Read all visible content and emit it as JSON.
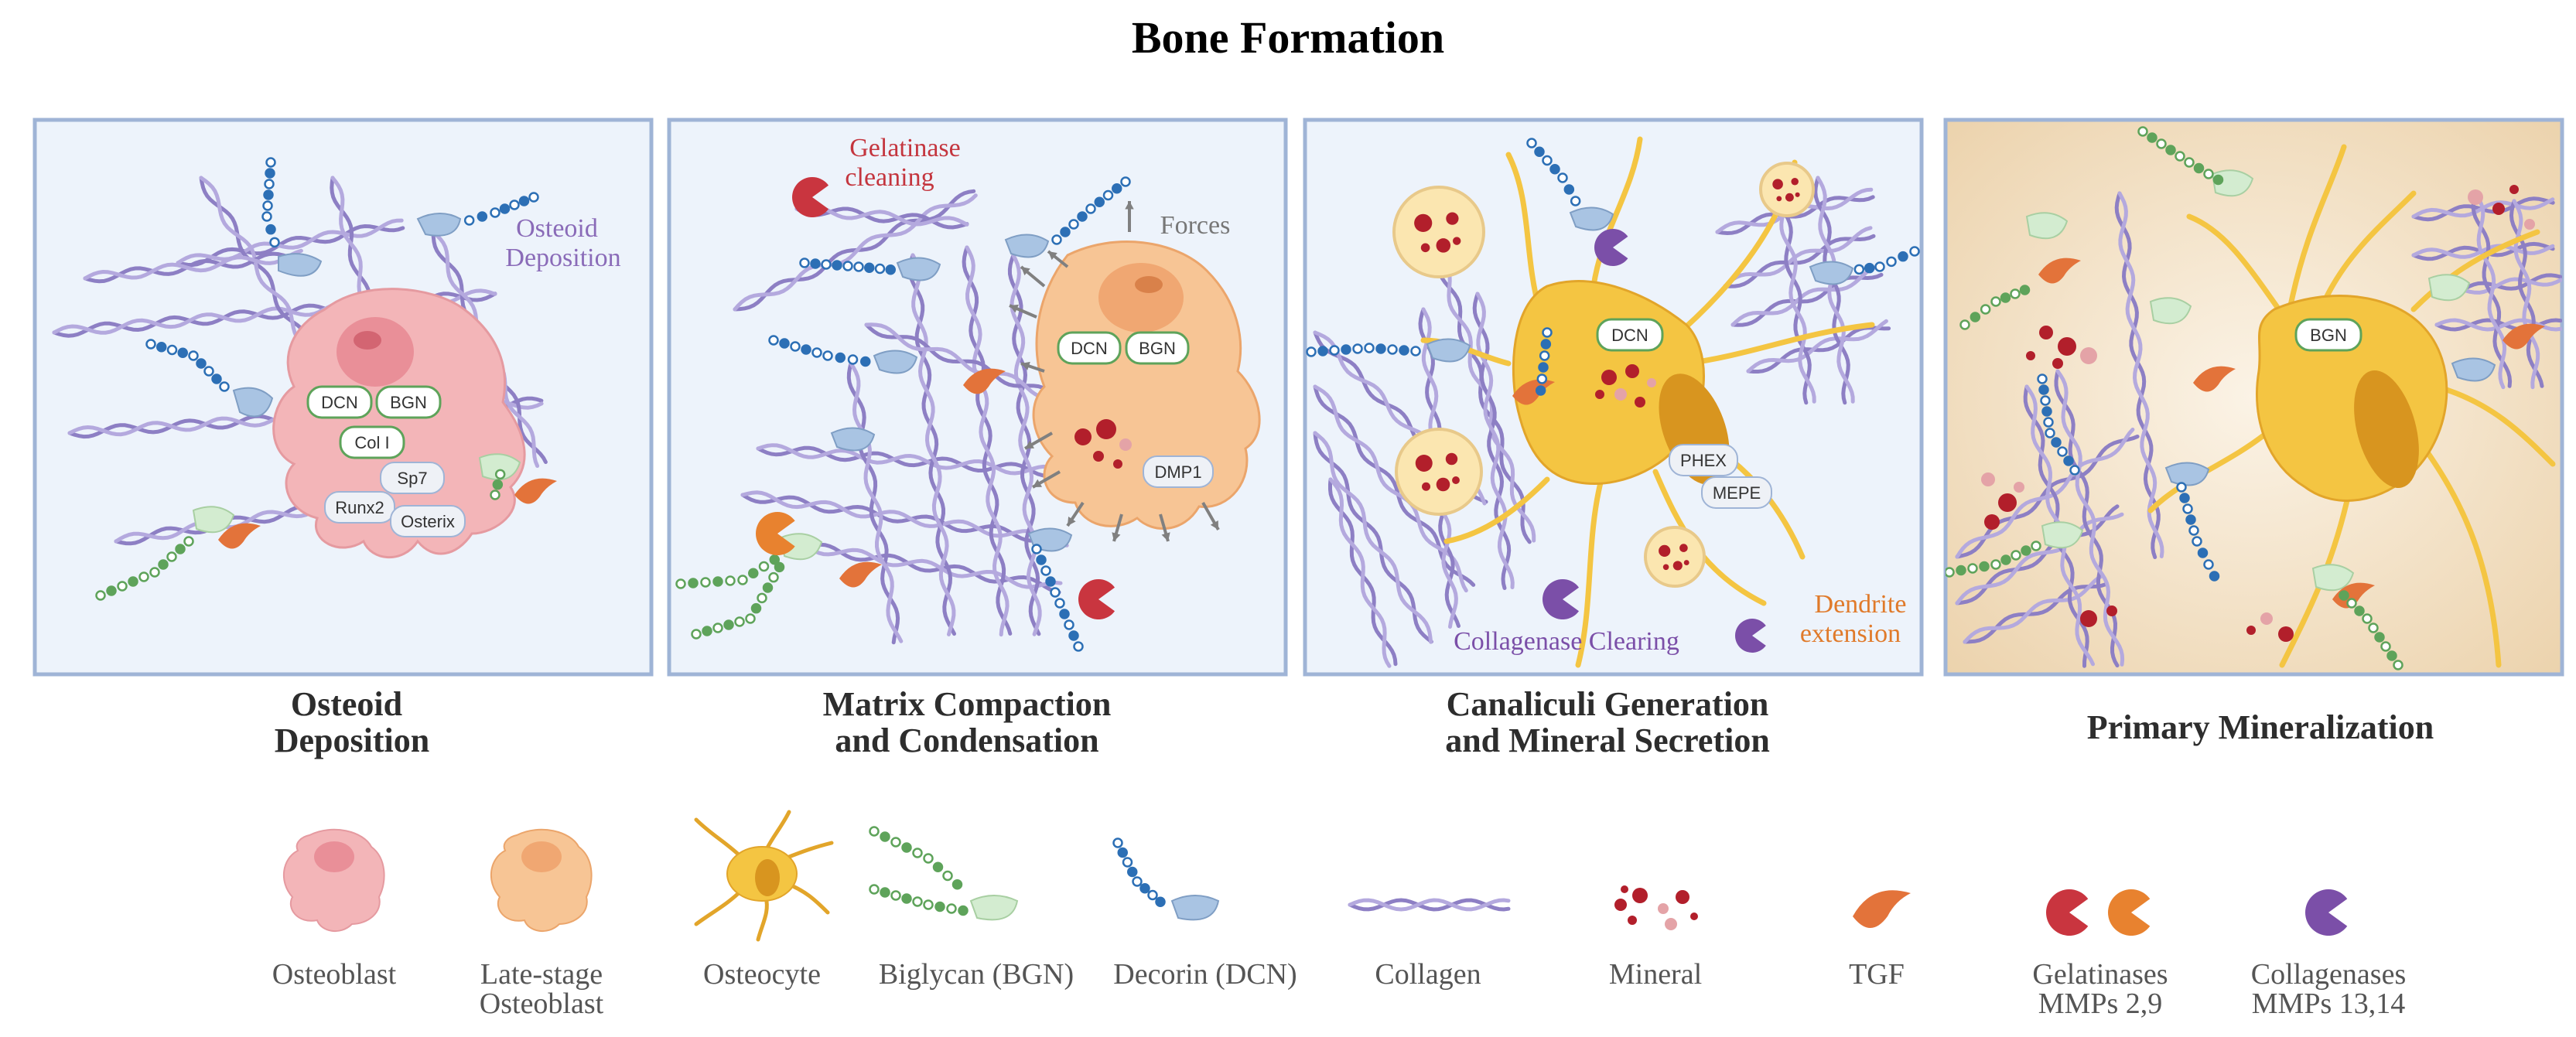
{
  "title": "Bone Formation",
  "panels": [
    {
      "caption_lines": [
        "Osteoid",
        "Deposition"
      ],
      "annotations": [
        {
          "lines": [
            "Osteoid",
            "Deposition"
          ],
          "color": "#8a6bb8"
        }
      ],
      "chips": [
        "DCN",
        "BGN",
        "Col I",
        "Sp7",
        "Runx2",
        "Osterix"
      ]
    },
    {
      "caption_lines": [
        "Matrix Compaction",
        "and Condensation"
      ],
      "annotations": [
        {
          "lines": [
            "Gelatinase",
            "cleaning"
          ],
          "color": "#c4353e"
        },
        {
          "lines": [
            "Forces"
          ],
          "color": "#777777"
        }
      ],
      "chips": [
        "DCN",
        "BGN",
        "DMP1"
      ]
    },
    {
      "caption_lines": [
        "Canaliculi Generation",
        "and Mineral Secretion"
      ],
      "annotations": [
        {
          "lines": [
            "Collagenase Clearing"
          ],
          "color": "#7b4fa8"
        },
        {
          "lines": [
            "Dendrite",
            "extension"
          ],
          "color": "#e07a2a"
        }
      ],
      "chips": [
        "DCN",
        "PHEX",
        "MEPE"
      ]
    },
    {
      "caption_lines": [
        "Primary Mineralization"
      ],
      "annotations": [],
      "chips": [
        "BGN"
      ]
    }
  ],
  "legend": [
    {
      "icon": "osteoblast-icon",
      "lines": [
        "Osteoblast"
      ]
    },
    {
      "icon": "late-stage-osteoblast-icon",
      "lines": [
        "Late-stage",
        "Osteoblast"
      ]
    },
    {
      "icon": "osteocyte-icon",
      "lines": [
        "Osteocyte"
      ]
    },
    {
      "icon": "biglycan-icon",
      "lines": [
        "Biglycan (BGN)"
      ]
    },
    {
      "icon": "decorin-icon",
      "lines": [
        "Decorin (DCN)"
      ]
    },
    {
      "icon": "collagen-icon",
      "lines": [
        "Collagen"
      ]
    },
    {
      "icon": "mineral-icon",
      "lines": [
        "Mineral"
      ]
    },
    {
      "icon": "tgf-icon",
      "lines": [
        "TGF"
      ]
    },
    {
      "icon": "gelatinases-icon",
      "lines": [
        "Gelatinases",
        "MMPs 2,9"
      ]
    },
    {
      "icon": "collagenases-icon",
      "lines": [
        "Collagenases",
        "MMPs 13,14"
      ]
    }
  ],
  "colors": {
    "panel_bg": "#edf3fb",
    "panel_border": "#9fb4d6",
    "osteoblast": "#f3b5b8",
    "late_osteoblast": "#f7c595",
    "osteocyte": "#f4c542",
    "collagen": "#8d7fc4",
    "decorin_bead": "#2c6fb5",
    "biglycan_bead": "#5ea35a",
    "mineral": "#b21f2b",
    "tgf": "#e3733a",
    "gelatinase_red": "#c9353f",
    "gelatinase_orange": "#e8822f",
    "collagenase": "#7b4fa8"
  }
}
